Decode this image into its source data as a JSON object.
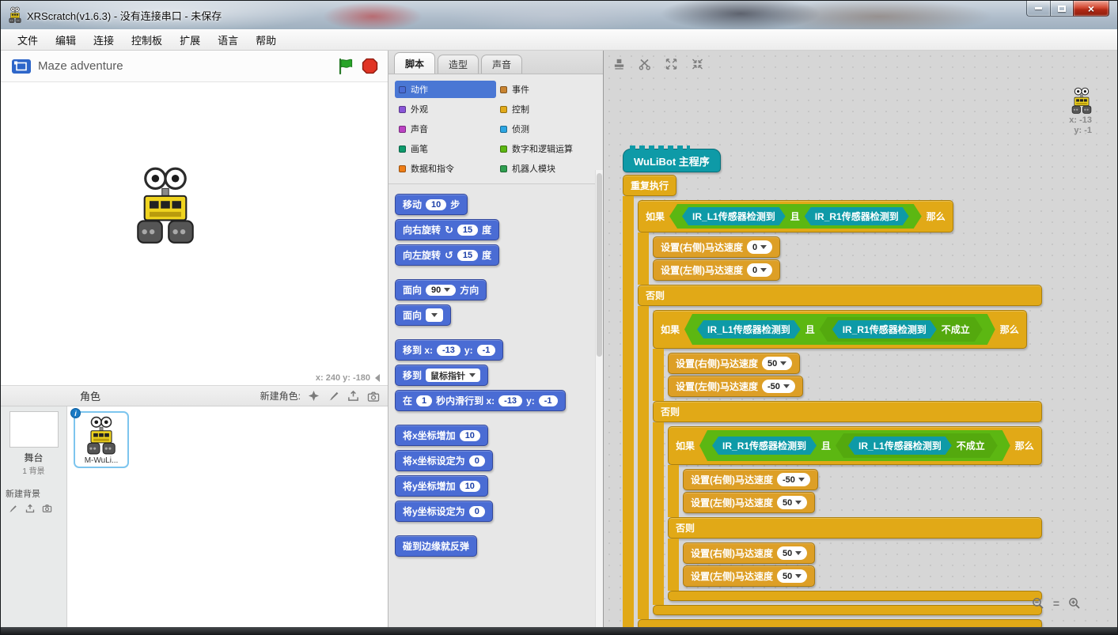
{
  "window": {
    "title": "XRScratch(v1.6.3) - 没有连接串口 - 未保存",
    "menus": [
      "文件",
      "编辑",
      "连接",
      "控制板",
      "扩展",
      "语言",
      "帮助"
    ]
  },
  "stage": {
    "project_name": "Maze adventure",
    "mouse_coords": "x: 240 y: -180"
  },
  "sprite_panel": {
    "header": "角色",
    "new_sprite_label": "新建角色:",
    "stage_label": "舞台",
    "backdrop_count": "1 背景",
    "new_backdrop_label": "新建背景",
    "sprite_name": "M-WuLi..."
  },
  "palette": {
    "tabs": [
      {
        "label": "脚本",
        "active": true
      },
      {
        "label": "造型",
        "active": false
      },
      {
        "label": "声音",
        "active": false
      }
    ],
    "categories": [
      {
        "label": "动作",
        "color": "#4a6cd4",
        "selected": true,
        "col": 0
      },
      {
        "label": "外观",
        "color": "#8a55d7",
        "col": 0
      },
      {
        "label": "声音",
        "color": "#bb42c3",
        "col": 0
      },
      {
        "label": "画笔",
        "color": "#0e9a6c",
        "col": 0
      },
      {
        "label": "数据和指令",
        "color": "#ee7d16",
        "col": 0
      },
      {
        "label": "事件",
        "color": "#c88330",
        "col": 1
      },
      {
        "label": "控制",
        "color": "#e1a91a",
        "col": 1
      },
      {
        "label": "侦测",
        "color": "#2ca5e2",
        "col": 1
      },
      {
        "label": "数字和逻辑运算",
        "color": "#5cb712",
        "col": 1
      },
      {
        "label": "机器人模块",
        "color": "#2e9e4f",
        "col": 1
      }
    ],
    "blocks": [
      {
        "group": 0,
        "parts": [
          {
            "t": "移动"
          },
          {
            "oval": "10"
          },
          {
            "t": "步"
          }
        ]
      },
      {
        "group": 0,
        "parts": [
          {
            "t": "向右旋转"
          },
          {
            "icon": "cw"
          },
          {
            "oval": "15"
          },
          {
            "t": "度"
          }
        ]
      },
      {
        "group": 0,
        "parts": [
          {
            "t": "向左旋转"
          },
          {
            "icon": "ccw"
          },
          {
            "oval": "15"
          },
          {
            "t": "度"
          }
        ]
      },
      {
        "group": 1,
        "parts": [
          {
            "t": "面向"
          },
          {
            "odrop": "90"
          },
          {
            "t": "方向"
          }
        ]
      },
      {
        "group": 1,
        "parts": [
          {
            "t": "面向"
          },
          {
            "rdrop": ""
          }
        ]
      },
      {
        "group": 2,
        "parts": [
          {
            "t": "移到 x:"
          },
          {
            "oval": "-13"
          },
          {
            "t": "y:"
          },
          {
            "oval": "-1"
          }
        ]
      },
      {
        "group": 2,
        "parts": [
          {
            "t": "移到"
          },
          {
            "rdrop": "鼠标指针"
          }
        ]
      },
      {
        "group": 2,
        "parts": [
          {
            "t": "在"
          },
          {
            "oval": "1"
          },
          {
            "t": "秒内滑行到 x:"
          },
          {
            "oval": "-13"
          },
          {
            "t": "y:"
          },
          {
            "oval": "-1"
          }
        ]
      },
      {
        "group": 3,
        "parts": [
          {
            "t": "将x坐标增加"
          },
          {
            "oval": "10"
          }
        ]
      },
      {
        "group": 3,
        "parts": [
          {
            "t": "将x坐标设定为"
          },
          {
            "oval": "0"
          }
        ]
      },
      {
        "group": 3,
        "parts": [
          {
            "t": "将y坐标增加"
          },
          {
            "oval": "10"
          }
        ]
      },
      {
        "group": 3,
        "parts": [
          {
            "t": "将y坐标设定为"
          },
          {
            "oval": "0"
          }
        ]
      },
      {
        "group": 4,
        "parts": [
          {
            "t": "碰到边缘就反弹"
          }
        ]
      }
    ]
  },
  "scripts_area": {
    "sprite_x": "x: -13",
    "sprite_y": "y: -1",
    "hat_label": "WuLiBot 主程序",
    "forever_label": "重复执行",
    "if_label": "如果",
    "then_label": "那么",
    "else_label": "否则",
    "and_label": "且",
    "not_label": "不成立",
    "sensor_l1": "IR_L1传感器检测到",
    "sensor_r1": "IR_R1传感器检测到",
    "set_right_label": "设置(右侧)马达速度",
    "set_left_label": "设置(左侧)马达速度",
    "speed_0": "0",
    "speed_50": "50",
    "speed_neg50": "-50",
    "zoom_reset": "="
  },
  "icons": {
    "rotate_cw": "↻",
    "rotate_ccw": "↺",
    "loop": "↺"
  }
}
